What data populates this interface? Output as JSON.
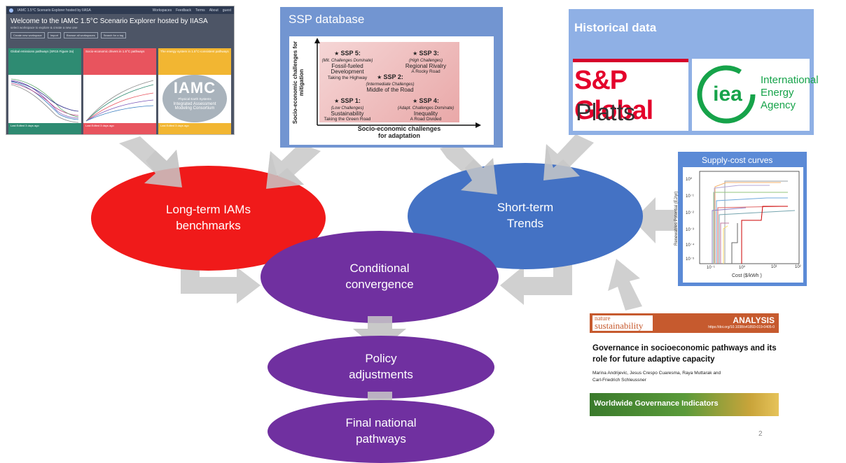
{
  "colors": {
    "red": "#f01a1a",
    "purple": "#7030a0",
    "blue": "#4472c4",
    "arrow": "#c8c8c8",
    "ssp_box": "#7295d1",
    "hist_box": "#8fb0e5",
    "supply_box": "#5b8ad6"
  },
  "explorer": {
    "topbar": "IAMC 1.5°C Scenario Explorer hosted by IIASA",
    "topbar_links": [
      "Workspaces",
      "Feedback",
      "Terms",
      "About",
      "guest"
    ],
    "title": "Welcome to the IAMC 1.5°C Scenario Explorer hosted by IIASA",
    "subtitle": "select workspace to explore & create a new one",
    "buttons": [
      "Create new workspace",
      "Import",
      "Browse all workspaces",
      "Search for a tag"
    ],
    "cards": [
      {
        "title": "Global emissions pathways (SR15 Figure 2a)",
        "foot": "Last Edited 3 days ago",
        "color": "#2e8b72"
      },
      {
        "title": "Socio-economic drivers in 1.5°C pathways",
        "foot": "Last Edited 3 days ago",
        "color": "#e8545e"
      },
      {
        "title": "The energy system in 1.5°C-consistent pathways",
        "foot": "Last Edited 3 days ago",
        "color": "#f2b632"
      }
    ],
    "iamc_logo": "IAMC",
    "iamc_logo_sub": "Physical Earth Systems",
    "iamc_logo_lines": [
      "Integrated Assessment",
      "Modeling Consortium"
    ]
  },
  "ssp": {
    "title": "SSP database",
    "y_axis": "Socio-economic challenges for mitigation",
    "x_axis_line1": "Socio-economic challenges",
    "x_axis_line2": "for adaptation",
    "items": [
      {
        "label": "SSP 5:",
        "note": "(Mit. Challenges Dominate)",
        "name": "Fossil-fueled Development",
        "tag": "Taking the Highway"
      },
      {
        "label": "SSP 3:",
        "note": "(High Challenges)",
        "name": "Regional Rivalry",
        "tag": "A Rocky Road"
      },
      {
        "label": "SSP 2:",
        "note": "(Intermediate Challenges)",
        "name": "Middle of the Road",
        "tag": ""
      },
      {
        "label": "SSP 1:",
        "note": "(Low Challenges)",
        "name": "Sustainability",
        "tag": "Taking the Green Road"
      },
      {
        "label": "SSP 4:",
        "note": "(Adapt. Challenges Dominate)",
        "name": "Inequality",
        "tag": "A Road Divided"
      }
    ]
  },
  "historical": {
    "title": "Historical data",
    "sp_logo": "S&P Global",
    "sp_logo_sub": "Platts",
    "iea_logo": "iea",
    "iea_name_line1": "International",
    "iea_name_line2": "Energy Agency"
  },
  "supply": {
    "title": "Supply-cost curves",
    "ylabel": "Renewables Potential (EJ/yr)",
    "xlabel": "Cost ($/kWh )",
    "xticks": [
      "10⁻¹",
      "10⁰",
      "10¹",
      "10²"
    ],
    "yticks": [
      "10⁰",
      "10⁻¹",
      "10⁻²",
      "10⁻³",
      "10⁻⁴",
      "10⁻⁵"
    ]
  },
  "paper": {
    "journal": "nature",
    "journal_sub": "sustainability",
    "type": "ANALYSIS",
    "doi": "https://doi.org/10.1038/s41893-019-0405-0",
    "title_line1": "Governance in socioeconomic pathways and its",
    "title_line2": "role for future adaptive capacity",
    "authors_line1": "Marina Andrijevic, Jesus Crespo Cuaresma, Raya Muttarak and",
    "authors_line2": "Carl-Friedrich Schleussner",
    "banner": "Worldwide Governance Indicators"
  },
  "nodes": {
    "long_term": "Long-term IAMs\nbenchmarks",
    "short_term": "Short-term\nTrends",
    "conditional": "Conditional\nconvergence",
    "policy": "Policy\nadjustments",
    "final": "Final national\npathways"
  },
  "page_number": "2"
}
